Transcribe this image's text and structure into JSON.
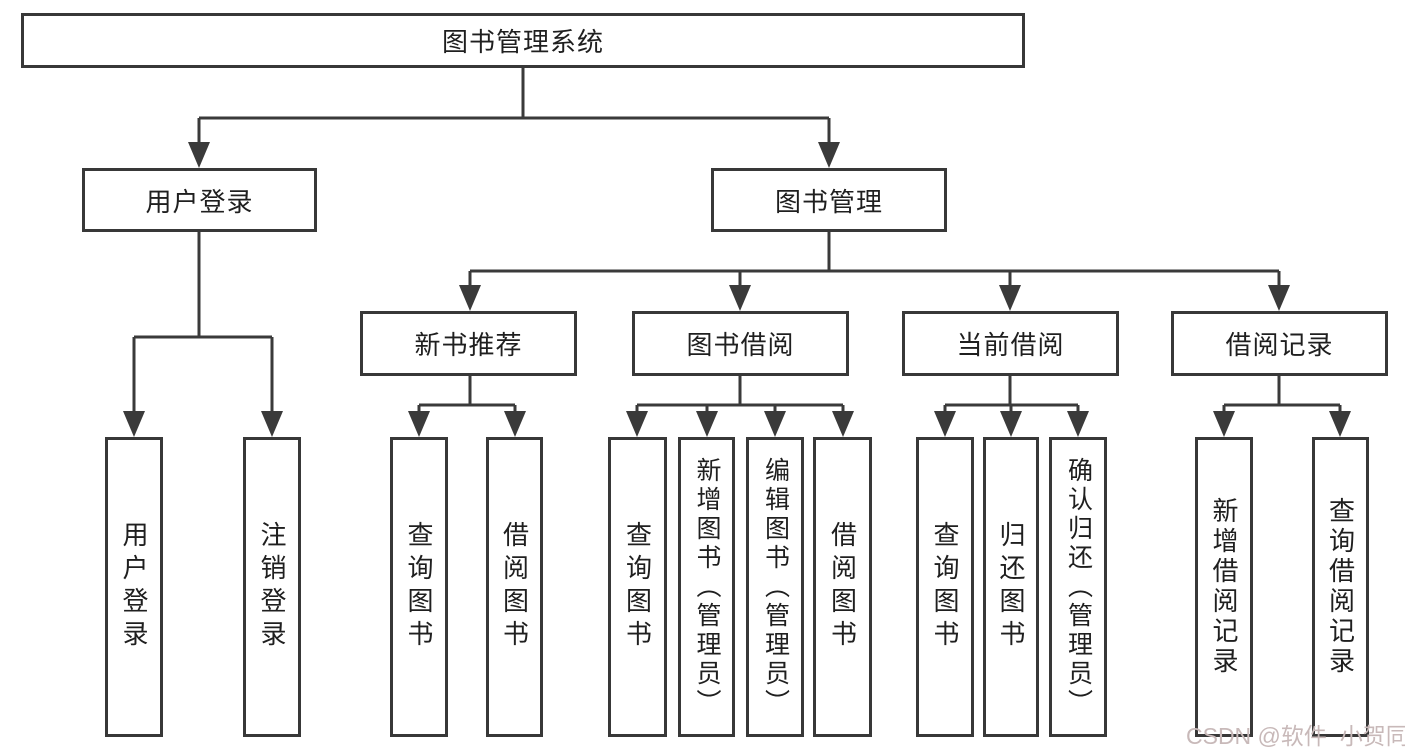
{
  "diagram": {
    "root": {
      "label": "图书管理系统"
    },
    "level2": [
      {
        "label": "用户登录"
      },
      {
        "label": "图书管理"
      }
    ],
    "level3": [
      {
        "label": "新书推荐"
      },
      {
        "label": "图书借阅"
      },
      {
        "label": "当前借阅"
      },
      {
        "label": "借阅记录"
      }
    ],
    "leaf_groups": [
      {
        "parent": "用户登录",
        "items": [
          {
            "label": "用户登录"
          },
          {
            "label": "注销登录"
          }
        ]
      },
      {
        "parent": "新书推荐",
        "items": [
          {
            "label": "查询图书"
          },
          {
            "label": "借阅图书"
          }
        ]
      },
      {
        "parent": "图书借阅",
        "items": [
          {
            "label": "查询图书"
          },
          {
            "label": "新增图书（管理员）"
          },
          {
            "label": "编辑图书（管理员）"
          },
          {
            "label": "借阅图书"
          }
        ]
      },
      {
        "parent": "当前借阅",
        "items": [
          {
            "label": "查询图书"
          },
          {
            "label": "归还图书"
          },
          {
            "label": "确认归还（管理员）"
          }
        ]
      },
      {
        "parent": "借阅记录",
        "items": [
          {
            "label": "新增借阅记录"
          },
          {
            "label": "查询借阅记录"
          }
        ]
      }
    ],
    "watermark": {
      "text": "CSDN @软件_小贺同学",
      "color": "#c8b9b9"
    },
    "colors": {
      "line": "#3a3a3a",
      "box_border": "#383838",
      "text": "#1f1f1f",
      "background": "#ffffff"
    }
  }
}
